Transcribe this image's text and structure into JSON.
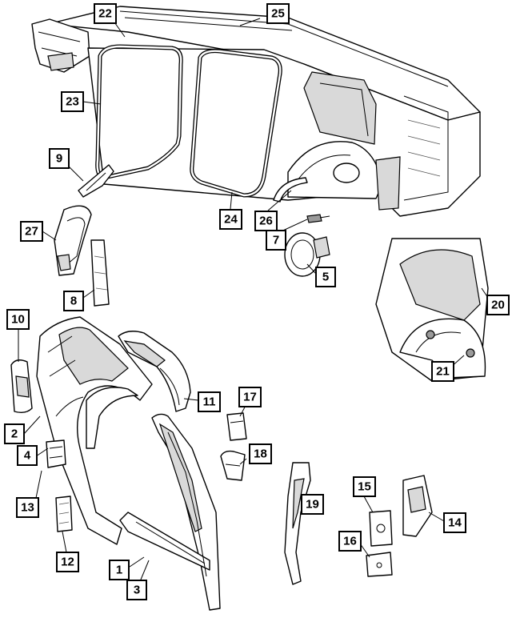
{
  "callouts": [
    {
      "id": "c1",
      "label": "1"
    },
    {
      "id": "c2",
      "label": "2"
    },
    {
      "id": "c3",
      "label": "3"
    },
    {
      "id": "c4",
      "label": "4"
    },
    {
      "id": "c5",
      "label": "5"
    },
    {
      "id": "c7",
      "label": "7"
    },
    {
      "id": "c8",
      "label": "8"
    },
    {
      "id": "c9",
      "label": "9"
    },
    {
      "id": "c10",
      "label": "10"
    },
    {
      "id": "c11",
      "label": "11"
    },
    {
      "id": "c12",
      "label": "12"
    },
    {
      "id": "c13",
      "label": "13"
    },
    {
      "id": "c14",
      "label": "14"
    },
    {
      "id": "c15",
      "label": "15"
    },
    {
      "id": "c16",
      "label": "16"
    },
    {
      "id": "c17",
      "label": "17"
    },
    {
      "id": "c18",
      "label": "18"
    },
    {
      "id": "c19",
      "label": "19"
    },
    {
      "id": "c20",
      "label": "20"
    },
    {
      "id": "c21",
      "label": "21"
    },
    {
      "id": "c22",
      "label": "22"
    },
    {
      "id": "c23",
      "label": "23"
    },
    {
      "id": "c24",
      "label": "24"
    },
    {
      "id": "c25",
      "label": "25"
    },
    {
      "id": "c26",
      "label": "26"
    },
    {
      "id": "c27",
      "label": "27"
    }
  ]
}
